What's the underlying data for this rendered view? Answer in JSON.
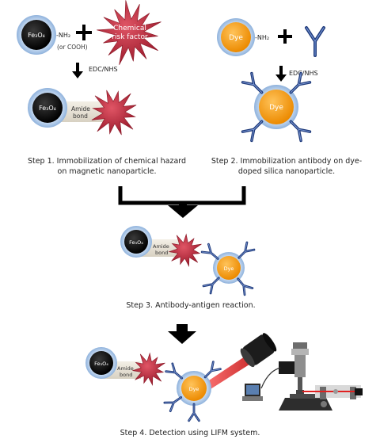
{
  "step1": {
    "fe3o4": "Fe₃O₄",
    "nh2": "-NH₂",
    "cooh": "(or COOH)",
    "hazard_line1": "Chemical",
    "hazard_line2": "risk factor",
    "reagent": "EDC/NHS",
    "amide": "Amide",
    "bond": "bond",
    "caption_line1": "Step 1. Immobilization of chemical hazard",
    "caption_line2": "on magnetic nanoparticle."
  },
  "step2": {
    "dye": "Dye",
    "nh2": "-NH₂",
    "reagent": "EDC/NHS",
    "caption_line1": "Step 2. Immobilization antibody on dye-",
    "caption_line2": "doped silica nanoparticle."
  },
  "step3": {
    "fe3o4": "Fe₃O₄",
    "amide": "Amide",
    "bond": "bond",
    "dye": "Dye",
    "caption": "Step 3. Antibody-antigen reaction."
  },
  "step4": {
    "fe3o4": "Fe₃O₄",
    "amide": "Amide",
    "bond": "bond",
    "dye": "Dye",
    "caption": "Step 4. Detection using LIFM system."
  },
  "colors": {
    "fe_core": "#111111",
    "halo": "#a9c6e8",
    "dye_core": "#f39a12",
    "hazard": "#b3263a",
    "antibody": "#1f3a7a",
    "laser": "#d42424"
  }
}
